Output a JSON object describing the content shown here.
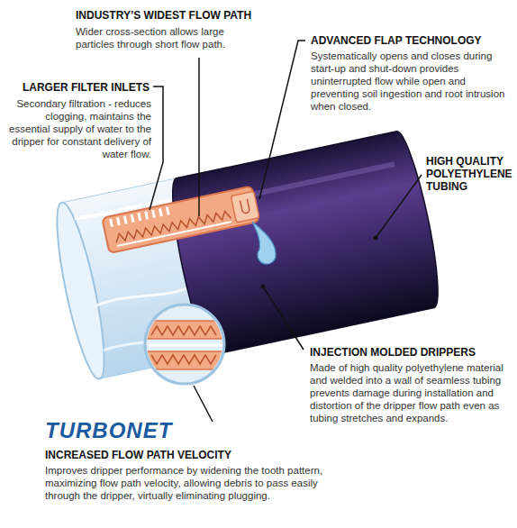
{
  "diagram": {
    "labels": [
      "INDUSTRY’S WIDEST FLOW PATH",
      "Wider cross-section allows large particles through short flow path.",
      "ADVANCED FLAP TECHNOLOGY",
      "Systematically opens and closes during start-up and shut-down provides uninterrupted flow while open and preventing soil ingestion and root intrusion when closed.",
      "LARGER FILTER INLETS",
      "Secondary filtration - reduces clogging, maintains the essential supply of water to the dripper for constant delivery of water flow.",
      "HIGH QUALITY POLYETHYLENE TUBING",
      "INJECTION MOLDED DRIPPERS",
      "Made of high quality polyethylene material and welded into a wall of seamless tubing prevents damage during installation and distortion of the dripper flow path even as tubing stretches and expands.",
      "TURBONET",
      "INCREASED FLOW PATH VELOCITY",
      "Improves dripper performance by widening the tooth pattern, maximizing flow path velocity, allowing debris to pass easily through the dripper, virtually eliminating plugging."
    ]
  }
}
